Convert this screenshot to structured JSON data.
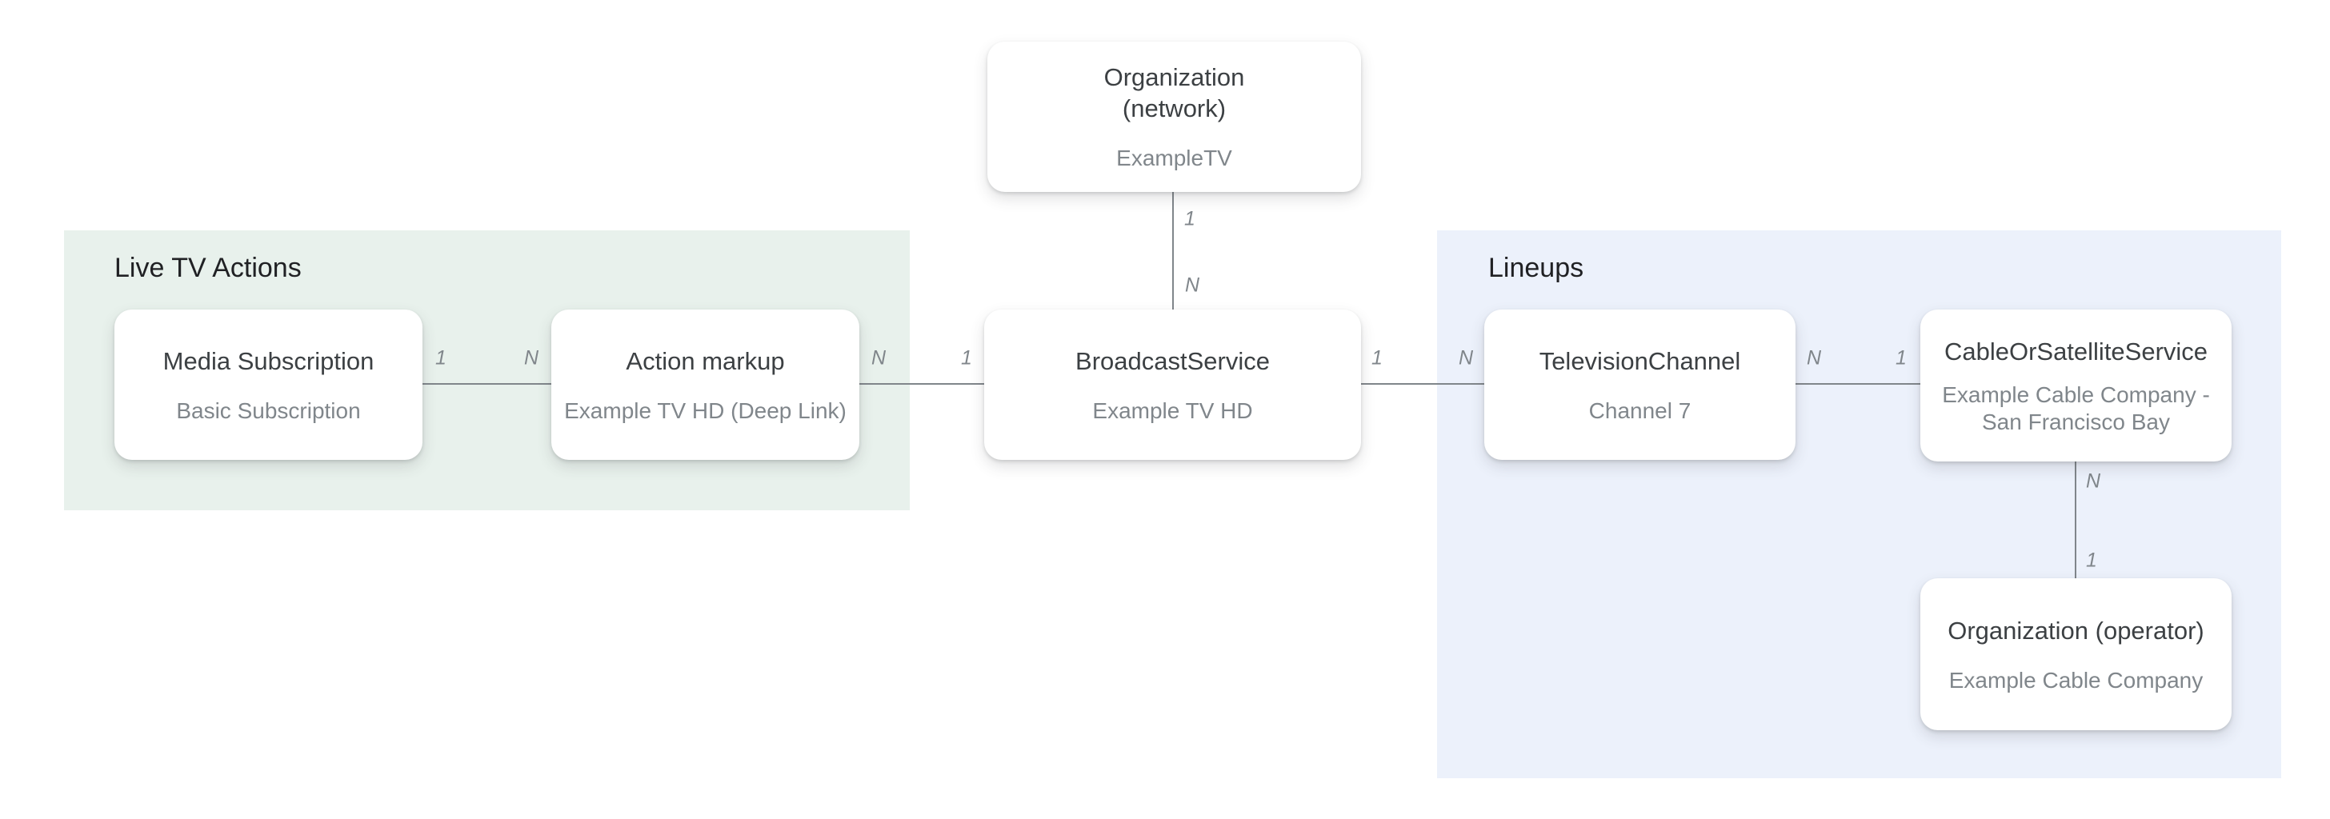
{
  "regions": {
    "live_tv_actions": {
      "label": "Live TV Actions",
      "color": "#E8F1EC"
    },
    "lineups": {
      "label": "Lineups",
      "color": "#ECF1FB"
    }
  },
  "nodes": {
    "organization_network": {
      "title": "Organization\n(network)",
      "subtitle": "ExampleTV"
    },
    "media_subscription": {
      "title": "Media Subscription",
      "subtitle": "Basic Subscription"
    },
    "action_markup": {
      "title": "Action markup",
      "subtitle": "Example TV HD (Deep Link)"
    },
    "broadcast_service": {
      "title": "BroadcastService",
      "subtitle": "Example TV HD"
    },
    "television_channel": {
      "title": "TelevisionChannel",
      "subtitle": "Channel 7"
    },
    "cable_or_satellite_service": {
      "title": "CableOrSatelliteService",
      "subtitle": "Example Cable Company -\nSan Francisco Bay"
    },
    "organization_operator": {
      "title": "Organization (operator)",
      "subtitle": "Example Cable Company"
    }
  },
  "edges": [
    {
      "from": "media_subscription",
      "to": "action_markup",
      "from_card": "1",
      "to_card": "N"
    },
    {
      "from": "action_markup",
      "to": "broadcast_service",
      "from_card": "N",
      "to_card": "1"
    },
    {
      "from": "broadcast_service",
      "to": "television_channel",
      "from_card": "1",
      "to_card": "N"
    },
    {
      "from": "television_channel",
      "to": "cable_or_satellite_service",
      "from_card": "N",
      "to_card": "1"
    },
    {
      "from": "organization_network",
      "to": "broadcast_service",
      "from_card": "1",
      "to_card": "N"
    },
    {
      "from": "cable_or_satellite_service",
      "to": "organization_operator",
      "from_card": "N",
      "to_card": "1"
    }
  ],
  "colors": {
    "line": "#80868b",
    "title_text": "#3c4043",
    "subtitle_text": "#80868b",
    "region_label_text": "#202124",
    "card_background": "#ffffff"
  }
}
